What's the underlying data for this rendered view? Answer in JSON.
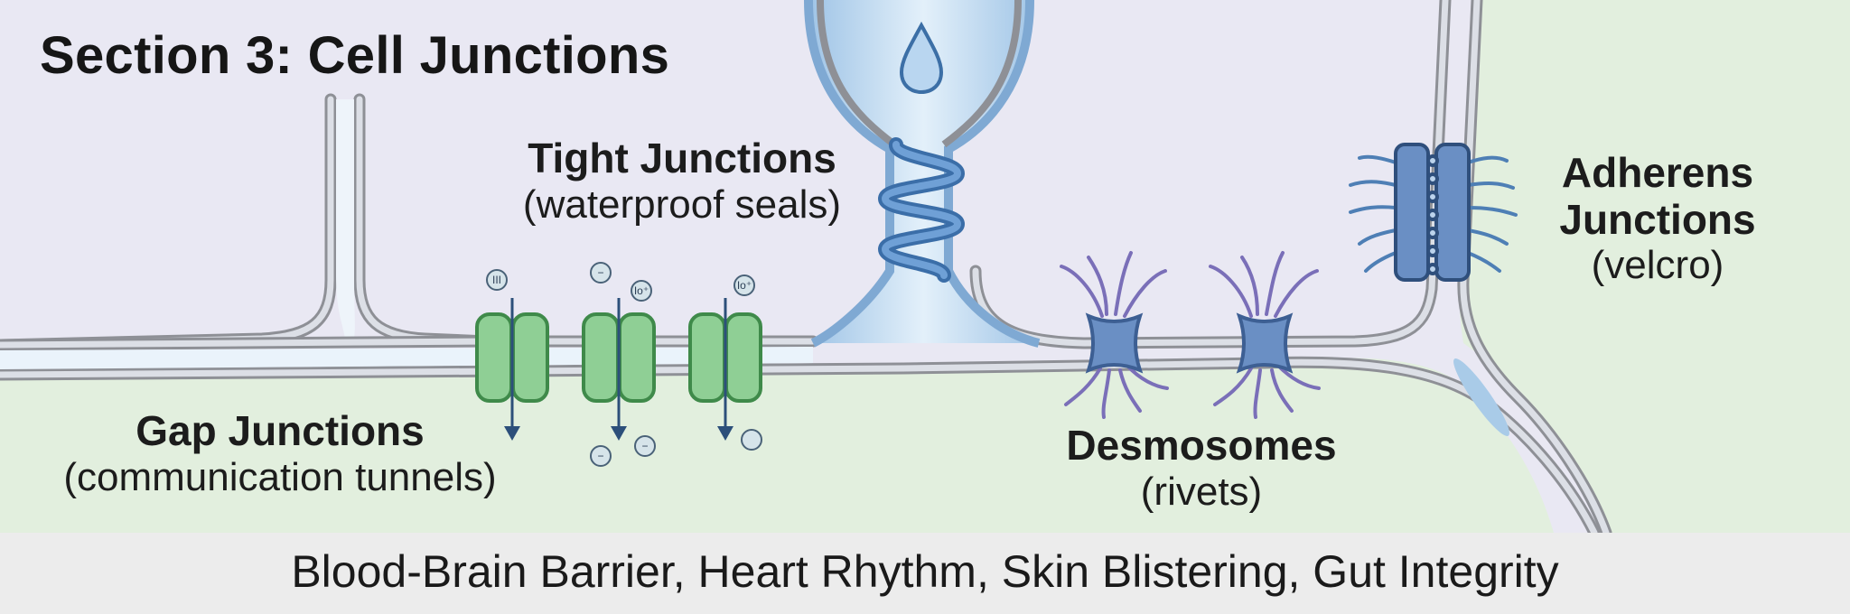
{
  "title": "Section 3: Cell Junctions",
  "footer": "Blood-Brain Barrier, Heart Rhythm, Skin Blistering, Gut Integrity",
  "junctions": {
    "tight": {
      "title": "Tight Junctions",
      "subtitle": "(waterproof seals)"
    },
    "gap": {
      "title": "Gap Junctions",
      "subtitle": "(communication tunnels)"
    },
    "desmosomes": {
      "title": "Desmosomes",
      "subtitle": "(rivets)"
    },
    "adherens": {
      "title": "Adherens Junctions",
      "line1": "Adherens",
      "line2": "Junctions",
      "subtitle": "(velcro)"
    }
  },
  "ions": [
    "III",
    "−",
    "Io⁺",
    "Io⁺",
    "−",
    "−"
  ],
  "colors": {
    "upper_cell": "#e9e8f3",
    "lower_cell": "#e4f0e0",
    "right_cell": "#e4f0e0",
    "membrane": "#9a9ca2",
    "channel": "#8fcf95",
    "desmosome": "#6a8fc4",
    "tight_coil": "#4a7fc1",
    "fluid": "#cfe4f4"
  }
}
